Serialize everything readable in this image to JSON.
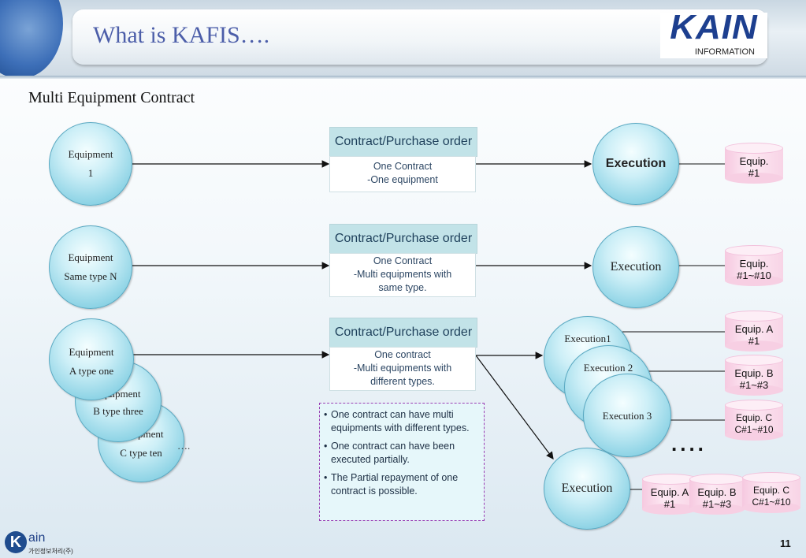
{
  "header": {
    "title": "What is KAFIS….",
    "logo_text": "KAIN",
    "logo_sub": "INFORMATION"
  },
  "subtitle": "Multi Equipment Contract",
  "rows": [
    {
      "equipment": [
        "Equipment",
        "1"
      ],
      "box_header": "Contract/Purchase order",
      "box_body": [
        "One Contract",
        "-One equipment"
      ],
      "execution": "Execution",
      "equip": [
        "Equip.",
        "#1"
      ]
    },
    {
      "equipment": [
        "Equipment",
        "Same type N"
      ],
      "box_header": "Contract/Purchase order",
      "box_body": [
        "One Contract",
        "-Multi equipments with",
        "same type."
      ],
      "execution": "Execution",
      "equip": [
        "Equip.",
        "#1~#10"
      ]
    },
    {
      "equipment_stack": [
        [
          "Equipment",
          "A type one"
        ],
        [
          "Equipment",
          "B type three"
        ],
        [
          "Equipment",
          "C type ten"
        ]
      ],
      "ellipsis": "….",
      "box_header": "Contract/Purchase order",
      "box_body": [
        "One contract",
        "-Multi equipments with",
        "different types."
      ],
      "executions": [
        "Execution1",
        "Execution 2",
        "Execution 3"
      ],
      "equips": [
        [
          "Equip. A",
          "#1"
        ],
        [
          "Equip. B",
          "#1~#3"
        ],
        [
          "Equip. C",
          "C#1~#10"
        ]
      ],
      "more": "....",
      "execution_all": "Execution",
      "equips_all": [
        [
          "Equip. A",
          "#1"
        ],
        [
          "Equip. B",
          "#1~#3"
        ],
        [
          "Equip. C",
          "C#1~#10"
        ]
      ]
    }
  ],
  "notes": [
    "One contract  can have multi equipments with different types.",
    "One contract can have been executed partially.",
    "The Partial repayment of one contract is possible."
  ],
  "footer": {
    "logo_letter": "K",
    "logo_word": "ain",
    "logo_sub": "가인정보처리(주)",
    "page_number": "11"
  }
}
